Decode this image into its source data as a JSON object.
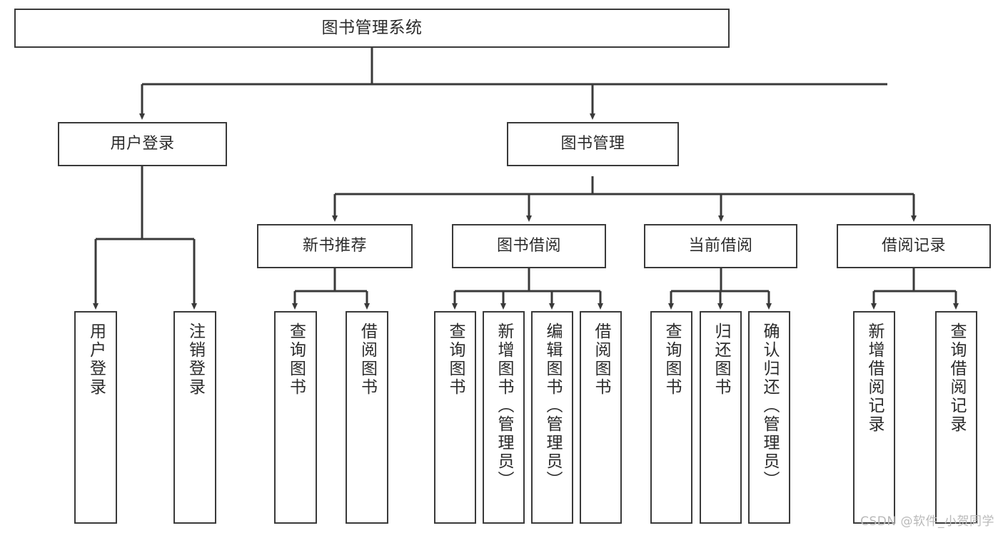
{
  "diagram": {
    "title": "图书管理系统",
    "type": "tree",
    "watermark": "CSDN @软件_小贺同学",
    "colors": {
      "background": "#ffffff",
      "box_border": "#3a3a3a",
      "box_fill": "#ffffff",
      "connector": "#3a3a3a",
      "text": "#2b2b2b",
      "watermark": "#b9b9b9"
    },
    "nodes": {
      "root": {
        "label": "图书管理系统"
      },
      "level2": [
        {
          "label": "用户登录"
        },
        {
          "label": "图书管理"
        }
      ],
      "level3": [
        {
          "label": "新书推荐"
        },
        {
          "label": "图书借阅"
        },
        {
          "label": "当前借阅"
        },
        {
          "label": "借阅记录"
        }
      ],
      "leaves_user_login": [
        {
          "label": "用户登录"
        },
        {
          "label": "注销登录"
        }
      ],
      "leaves_new_book": [
        {
          "label": "查询图书"
        },
        {
          "label": "借阅图书"
        }
      ],
      "leaves_borrow": [
        {
          "label": "查询图书"
        },
        {
          "label": "新增图书（管理员）"
        },
        {
          "label": "编辑图书（管理员）"
        },
        {
          "label": "借阅图书"
        }
      ],
      "leaves_current": [
        {
          "label": "查询图书"
        },
        {
          "label": "归还图书"
        },
        {
          "label": "确认归还（管理员）"
        }
      ],
      "leaves_records": [
        {
          "label": "新增借阅记录"
        },
        {
          "label": "查询借阅记录"
        }
      ]
    }
  }
}
